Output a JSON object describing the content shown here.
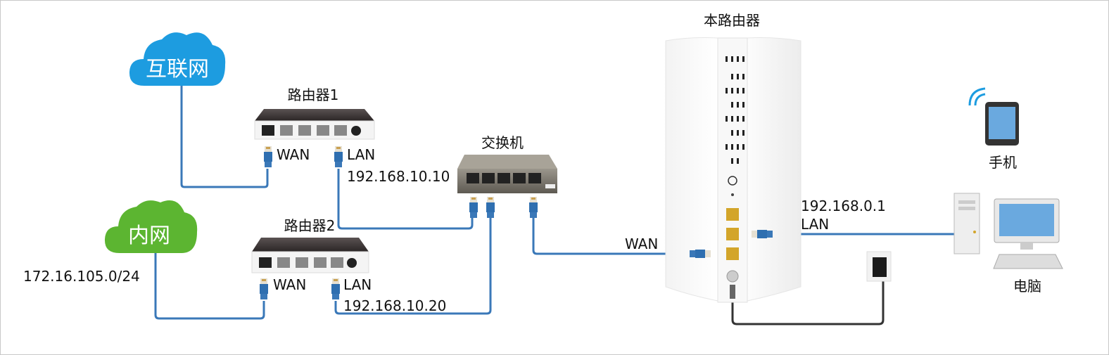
{
  "colors": {
    "cable": "#3a78b8",
    "internet_cloud": "#1d9ce0",
    "intranet_cloud": "#5cb531",
    "plug": "#2f6fb0",
    "port_yellow": "#d3a52a",
    "power_cable": "#333333"
  },
  "nodes": {
    "internet": {
      "label": "互联网",
      "icon": "cloud-icon"
    },
    "intranet": {
      "label": "内网",
      "icon": "cloud-icon",
      "subnet": "172.16.105.0/24"
    },
    "router1": {
      "label": "路由器1",
      "wan": "WAN",
      "lan": "LAN",
      "lan_ip": "192.168.10.10"
    },
    "router2": {
      "label": "路由器2",
      "wan": "WAN",
      "lan": "LAN",
      "lan_ip": "192.168.10.20"
    },
    "switch": {
      "label": "交换机"
    },
    "this_router": {
      "label": "本路由器",
      "wan": "WAN",
      "lan": "LAN",
      "lan_ip": "192.168.0.1"
    },
    "phone": {
      "label": "手机",
      "icon": "tablet-wifi-icon"
    },
    "pc": {
      "label": "电脑",
      "icon": "desktop-computer-icon"
    }
  }
}
